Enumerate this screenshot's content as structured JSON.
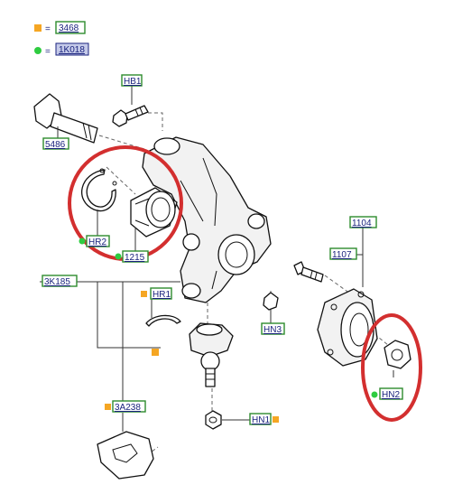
{
  "legend": {
    "orange_code": "3468",
    "green_code": "1K018",
    "orange_color": "#f5a623",
    "green_color": "#2ecc40",
    "equals": "="
  },
  "callouts": {
    "hb1": "HB1",
    "c5486": "5486",
    "hr2": "HR2",
    "c1215": "1215",
    "c3k185": "3K185",
    "hr1": "HR1",
    "hn3": "HN3",
    "c1104": "1104",
    "c1107": "1107",
    "hn2": "HN2",
    "c3a238": "3A238",
    "hn1": "HN1"
  },
  "highlight_color": "#d32f2f"
}
